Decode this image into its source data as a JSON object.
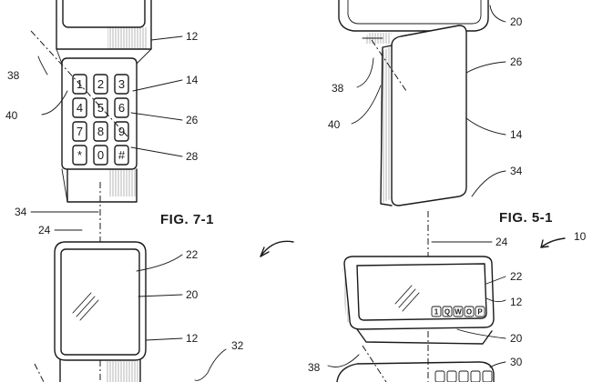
{
  "figures": {
    "fig71": "FIG. 7-1",
    "fig51": "FIG. 5-1"
  },
  "keypad": {
    "keys": [
      "1",
      "2",
      "3",
      "4",
      "5",
      "6",
      "7",
      "8",
      "9",
      "*",
      "0",
      "#"
    ]
  },
  "mini_keys": [
    "1",
    "Q",
    "W",
    "O",
    "P"
  ],
  "labels": {
    "l38a": "38",
    "l40a": "40",
    "l12a": "12",
    "l14a": "14",
    "l26a": "26",
    "l28": "28",
    "l34a": "34",
    "l24a": "24",
    "l22a": "22",
    "l20a": "20",
    "l12b": "12",
    "l32": "32",
    "l20b": "20",
    "l26b": "26",
    "l38b": "38",
    "l40b": "40",
    "l14b": "14",
    "l34b": "34",
    "l24b": "24",
    "l10": "10",
    "l22b": "22",
    "l12c": "12",
    "l20c": "20",
    "l38c": "38",
    "l30": "30"
  }
}
